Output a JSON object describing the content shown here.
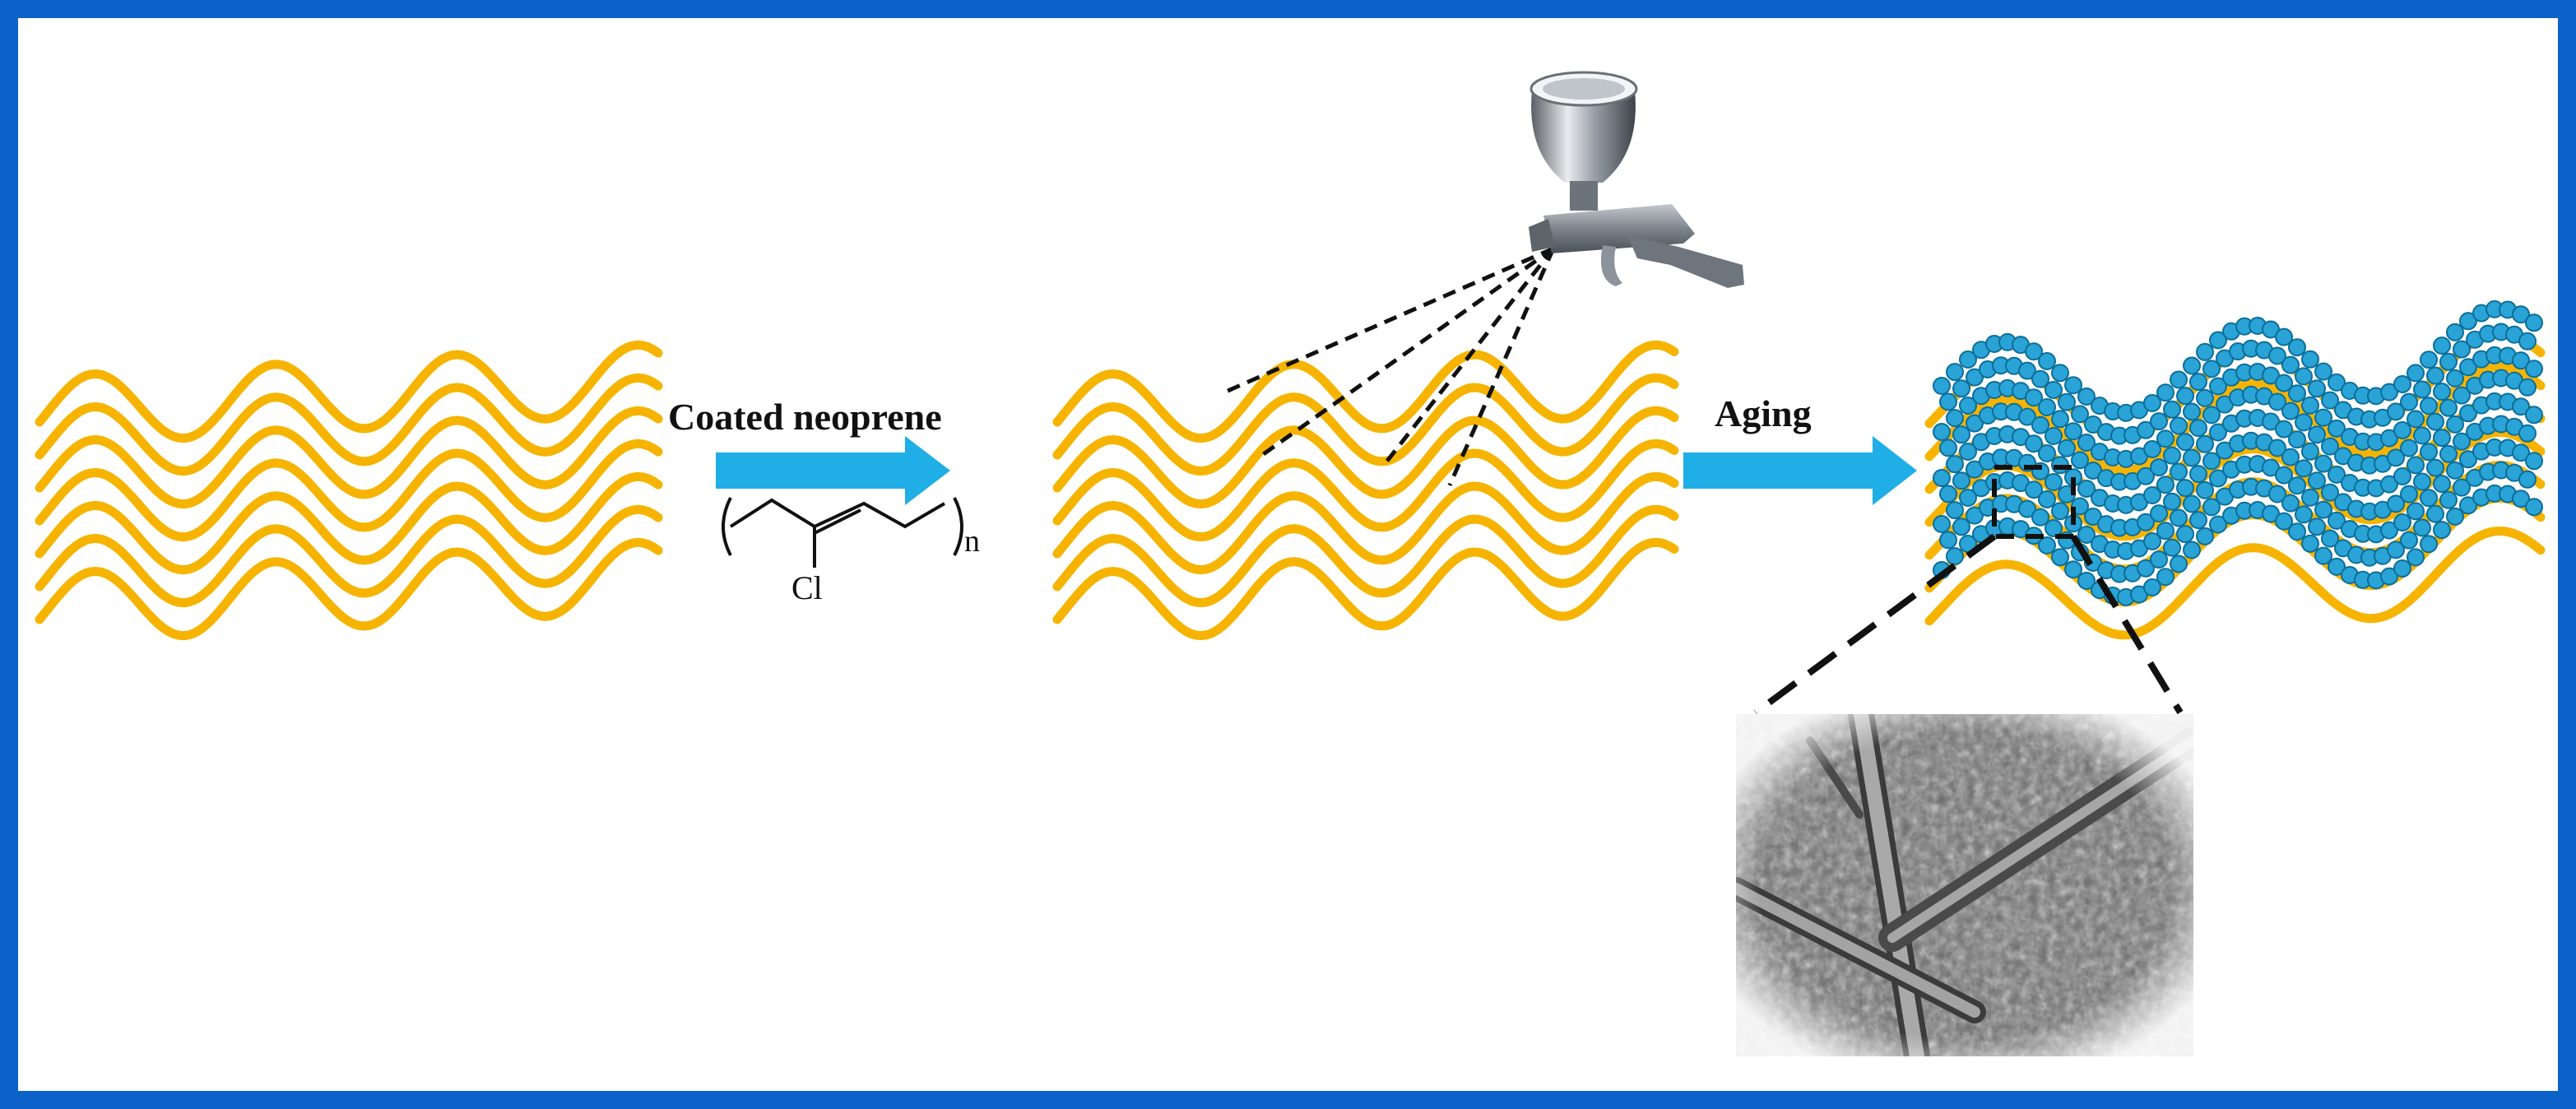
{
  "labels": {
    "step1": "Coated neoprene",
    "step2": "Aging"
  },
  "chemical_structure": {
    "substituent": "Cl",
    "repeat_subscript": "n"
  },
  "colors": {
    "frame": "#0c62c8",
    "fiber": "#f6b400",
    "arrow": "#1faee6",
    "particle": "#2aa3d6",
    "particle_edge": "#0b6e99"
  },
  "icons": {
    "spray_gun": "spray-gun-icon",
    "sem_image": "sem-micrograph"
  }
}
